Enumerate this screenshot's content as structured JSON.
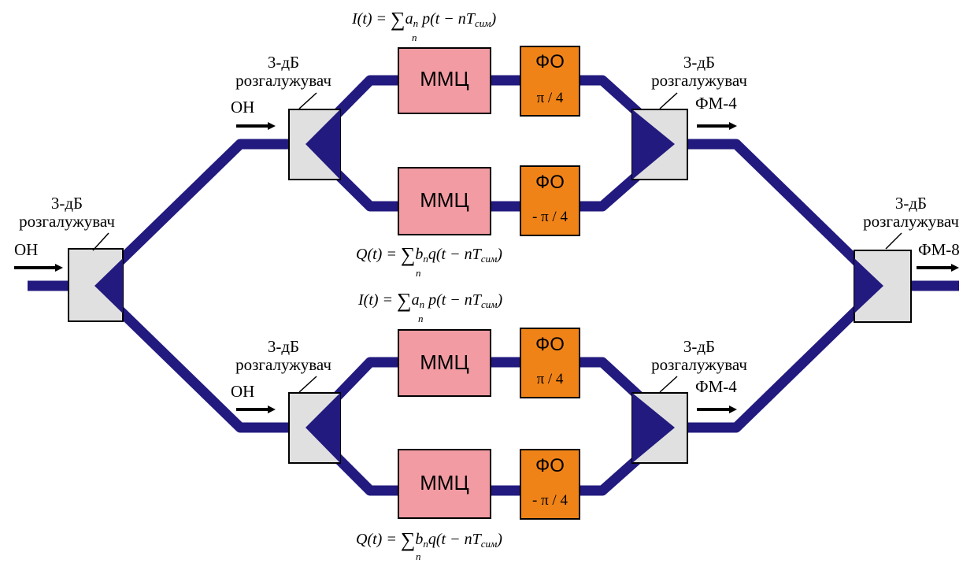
{
  "colors": {
    "waveguide": "#221a7e",
    "splitter_fill": "#e0e0e0",
    "mmc_fill": "#f39ba3",
    "fo_fill": "#f08318",
    "arrow": "#000000"
  },
  "splitters": {
    "input": {
      "title": "3-дБ",
      "subtitle": "розгалужувач",
      "port_label": "ОН"
    },
    "top_split": {
      "title": "3-дБ",
      "subtitle": "розгалужувач",
      "port_label": "ОН"
    },
    "top_combine": {
      "title": "3-дБ",
      "subtitle": "розгалужувач",
      "port_label": "ФМ-4"
    },
    "bottom_split": {
      "title": "3-дБ",
      "subtitle": "розгалужувач",
      "port_label": "ОН"
    },
    "bottom_combine": {
      "title": "3-дБ",
      "subtitle": "розгалужувач",
      "port_label": "ФМ-4"
    },
    "output": {
      "title": "3-дБ",
      "subtitle": "розгалужувач",
      "port_label": "ФМ-8"
    }
  },
  "modulators": {
    "label": "ММЦ"
  },
  "phase_shifters": {
    "label": "ФО",
    "plus": "π / 4",
    "minus": "- π / 4"
  },
  "equations": {
    "i": {
      "lhs": "I(t) = ",
      "sum_index": "n",
      "term_coef": "a",
      "term_func": "p(t − nT",
      "sub": "сим",
      "close": ")"
    },
    "q": {
      "lhs": "Q(t) = ",
      "sum_index": "n",
      "term_coef": "b",
      "term_func": "q(t − nT",
      "sub": "сим",
      "close": ")"
    }
  }
}
